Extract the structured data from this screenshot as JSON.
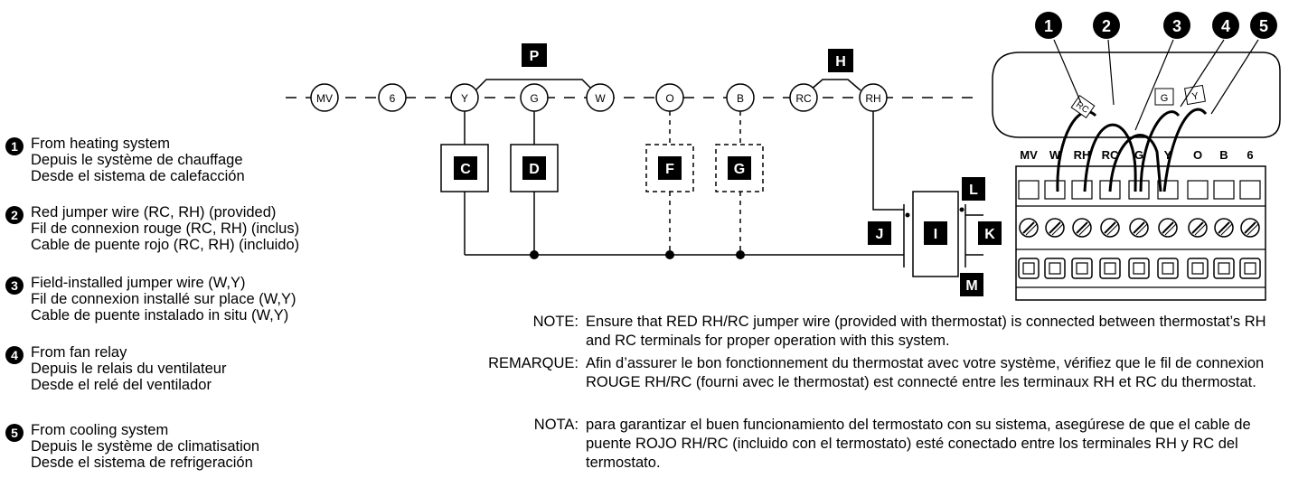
{
  "legend": [
    {
      "num": "1",
      "lines": [
        "From heating system",
        "Depuis le système de chauffage",
        "Desde el sistema de calefacción"
      ]
    },
    {
      "num": "2",
      "lines": [
        "Red jumper wire (RC, RH) (provided)",
        "Fil de connexion rouge (RC, RH) (inclus)",
        "Cable de puente rojo (RC, RH) (incluido)"
      ]
    },
    {
      "num": "3",
      "lines": [
        "Field-installed jumper wire (W,Y)",
        "Fil de connexion installé sur place (W,Y)",
        "Cable de puente instalado in situ (W,Y)"
      ]
    },
    {
      "num": "4",
      "lines": [
        "From fan relay",
        "Depuis le relais du ventilateur",
        "Desde el relé del ventilador"
      ]
    },
    {
      "num": "5",
      "lines": [
        "From cooling system",
        "Depuis le système de climatisation",
        "Desde el sistema de refrigeración"
      ]
    }
  ],
  "schematic": {
    "terminals": [
      "MV",
      "6",
      "Y",
      "G",
      "W",
      "O",
      "B",
      "RC",
      "RH"
    ],
    "labels": {
      "P": "P",
      "H": "H",
      "C": "C",
      "D": "D",
      "F": "F",
      "G": "G",
      "I": "I",
      "J": "J",
      "K": "K",
      "L": "L",
      "M": "M"
    }
  },
  "thermostat": {
    "terminal_labels": [
      "MV",
      "W",
      "RH",
      "RC",
      "G",
      "Y",
      "O",
      "B",
      "6"
    ],
    "callouts": [
      "1",
      "2",
      "3",
      "4",
      "5"
    ],
    "wire_tags": [
      "RC",
      "G",
      "Y"
    ]
  },
  "notes": [
    {
      "label": "NOTE:",
      "text": "Ensure that RED RH/RC jumper wire (provided with thermostat) is connected between thermostat’s RH and RC terminals for proper operation with this system."
    },
    {
      "label": "REMARQUE:",
      "text": "Afin d’assurer le bon fonctionnement du thermostat avec votre système, vérifiez que le fil de connexion ROUGE RH/RC (fourni avec le thermostat) est connecté entre les terminaux RH et RC du thermostat."
    },
    {
      "label": "NOTA:",
      "text": "para garantizar el buen funcionamiento del termostato con su sistema, asegúrese de que el cable de puente ROJO RH/RC (incluido con el termostato) esté conectado entre los terminales RH y RC del termostato."
    }
  ],
  "colors": {
    "ink": "#000000",
    "background": "#ffffff"
  }
}
